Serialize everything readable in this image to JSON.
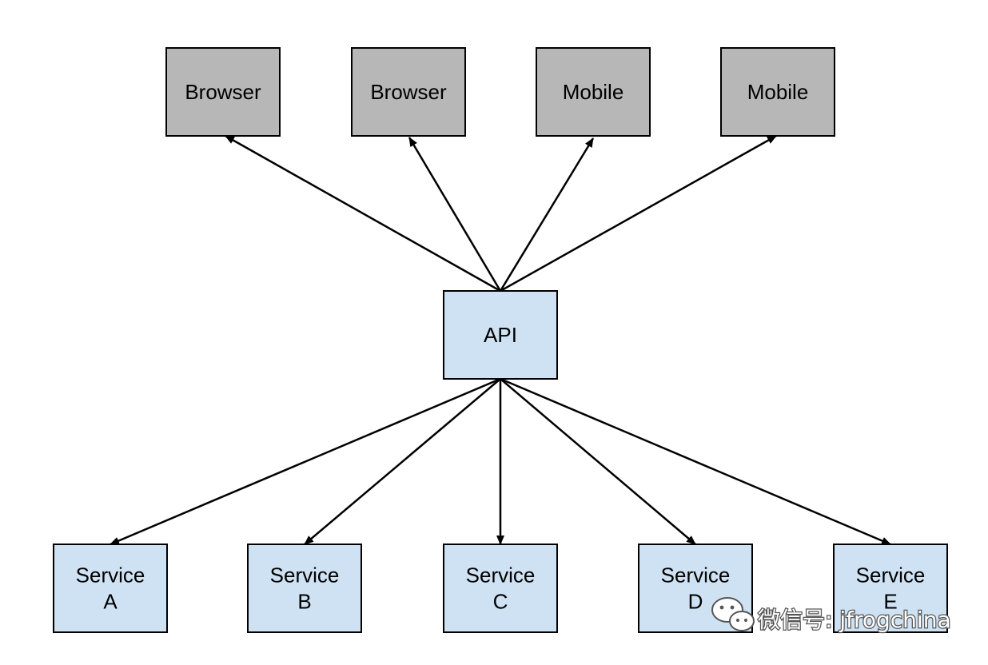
{
  "colors": {
    "client_fill": "#b7b7b7",
    "service_fill": "#cfe2f3",
    "stroke": "#000000",
    "watermark_text": "#ffffff",
    "watermark_outline": "#555555"
  },
  "clients": [
    {
      "id": "browser-1",
      "label": [
        "Browser"
      ]
    },
    {
      "id": "browser-2",
      "label": [
        "Browser"
      ]
    },
    {
      "id": "mobile-1",
      "label": [
        "Mobile"
      ]
    },
    {
      "id": "mobile-2",
      "label": [
        "Mobile"
      ]
    }
  ],
  "api": {
    "id": "api",
    "label": [
      "API"
    ]
  },
  "services": [
    {
      "id": "service-a",
      "label": [
        "Service",
        "A"
      ]
    },
    {
      "id": "service-b",
      "label": [
        "Service",
        "B"
      ]
    },
    {
      "id": "service-c",
      "label": [
        "Service",
        "C"
      ]
    },
    {
      "id": "service-d",
      "label": [
        "Service",
        "D"
      ]
    },
    {
      "id": "service-e",
      "label": [
        "Service",
        "E"
      ]
    }
  ],
  "edges": [
    {
      "from": "api",
      "to": "browser-1"
    },
    {
      "from": "api",
      "to": "browser-2"
    },
    {
      "from": "api",
      "to": "mobile-1"
    },
    {
      "from": "api",
      "to": "mobile-2"
    },
    {
      "from": "api",
      "to": "service-a"
    },
    {
      "from": "api",
      "to": "service-b"
    },
    {
      "from": "api",
      "to": "service-c"
    },
    {
      "from": "api",
      "to": "service-d"
    },
    {
      "from": "api",
      "to": "service-e"
    }
  ],
  "watermark": {
    "text": "微信号: jfrogchina",
    "icon": "wechat-icon"
  }
}
